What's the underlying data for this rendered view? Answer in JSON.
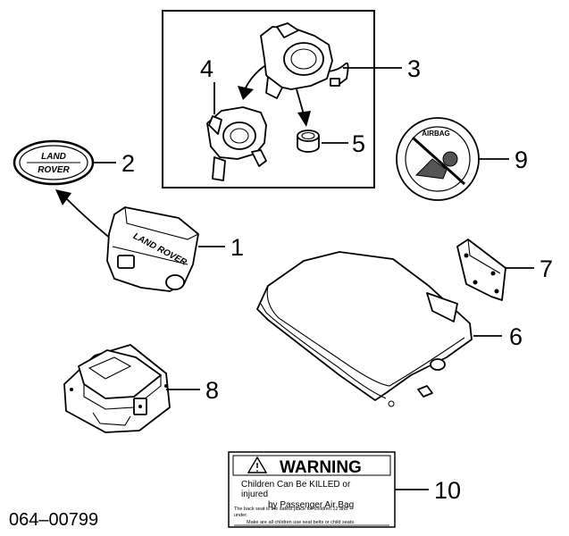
{
  "callouts": {
    "c1": "1",
    "c2": "2",
    "c3": "3",
    "c4": "4",
    "c5": "5",
    "c6": "6",
    "c7": "7",
    "c8": "8",
    "c9": "9",
    "c10": "10"
  },
  "logos": {
    "badge_line1": "LAND",
    "badge_line2": "ROVER",
    "cover_text": "LAND ROVER",
    "airbag_sticker": "AIRBAG"
  },
  "warning_label": {
    "title": "WARNING",
    "line1": "Children  Can  Be  KILLED  or",
    "line2": "injured",
    "line3": "by Passenger  Air  Bag",
    "fine1": "The back seat is the safest place for children 12 and",
    "fine2": "under.",
    "fine3": "Make are all children use seat belts or child seats."
  },
  "diagram_code": "064–00799",
  "colors": {
    "ink": "#000000",
    "paper": "#ffffff"
  }
}
